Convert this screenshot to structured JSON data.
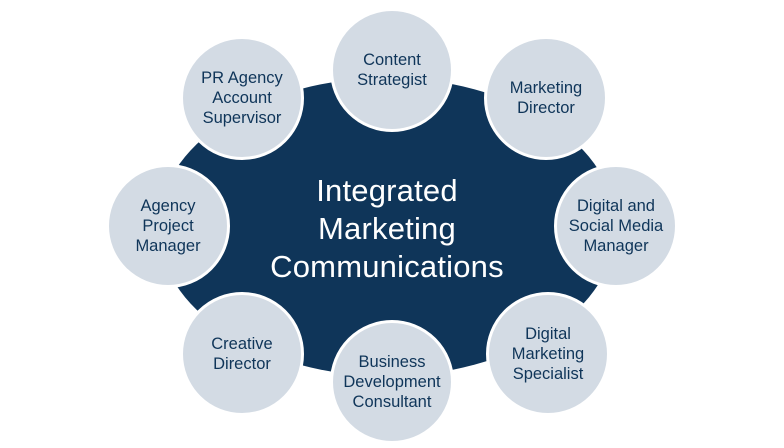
{
  "center": {
    "line1": "Integrated",
    "line2": "Marketing",
    "line3": "Communications"
  },
  "nodes": [
    {
      "label": "Content\nStrategist"
    },
    {
      "label": "Marketing\nDirector"
    },
    {
      "label": "Digital and\nSocial Media\nManager"
    },
    {
      "label": "Digital\nMarketing\nSpecialist"
    },
    {
      "label": "Business\nDevelopment\nConsultant"
    },
    {
      "label": "Creative\nDirector"
    },
    {
      "label": "Agency\nProject\nManager"
    },
    {
      "label": "PR Agency\nAccount\nSupervisor"
    }
  ],
  "colors": {
    "core": "#0f3559",
    "node_fill": "#d3dbe4",
    "node_text": "#0f3559",
    "core_text": "#ffffff"
  }
}
